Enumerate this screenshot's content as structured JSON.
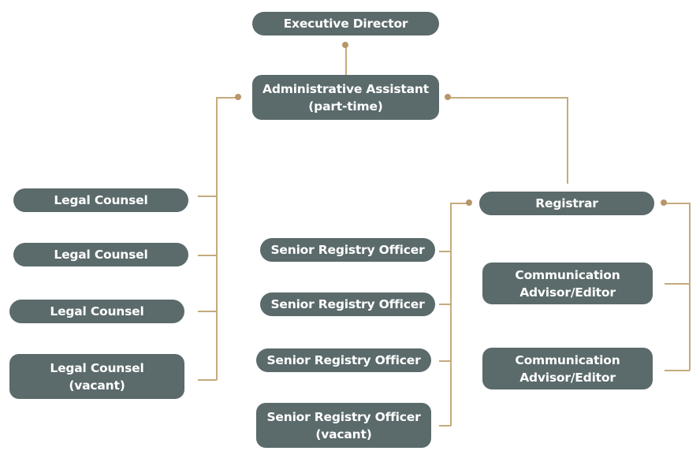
{
  "org_chart": {
    "executive_director": "Executive Director",
    "admin_assistant": [
      "Administrative Assistant",
      "(part-time)"
    ],
    "legal_counsel": [
      [
        "Legal Counsel"
      ],
      [
        "Legal Counsel"
      ],
      [
        "Legal Counsel"
      ],
      [
        "Legal Counsel",
        "(vacant)"
      ]
    ],
    "registrar": "Registrar",
    "senior_registry_officers": [
      [
        "Senior Registry Officer"
      ],
      [
        "Senior Registry Officer"
      ],
      [
        "Senior Registry Officer"
      ],
      [
        "Senior Registry Officer",
        "(vacant)"
      ]
    ],
    "communication_advisors": [
      [
        "Communication",
        "Advisor/Editor"
      ],
      [
        "Communication",
        "Advisor/Editor"
      ]
    ]
  }
}
